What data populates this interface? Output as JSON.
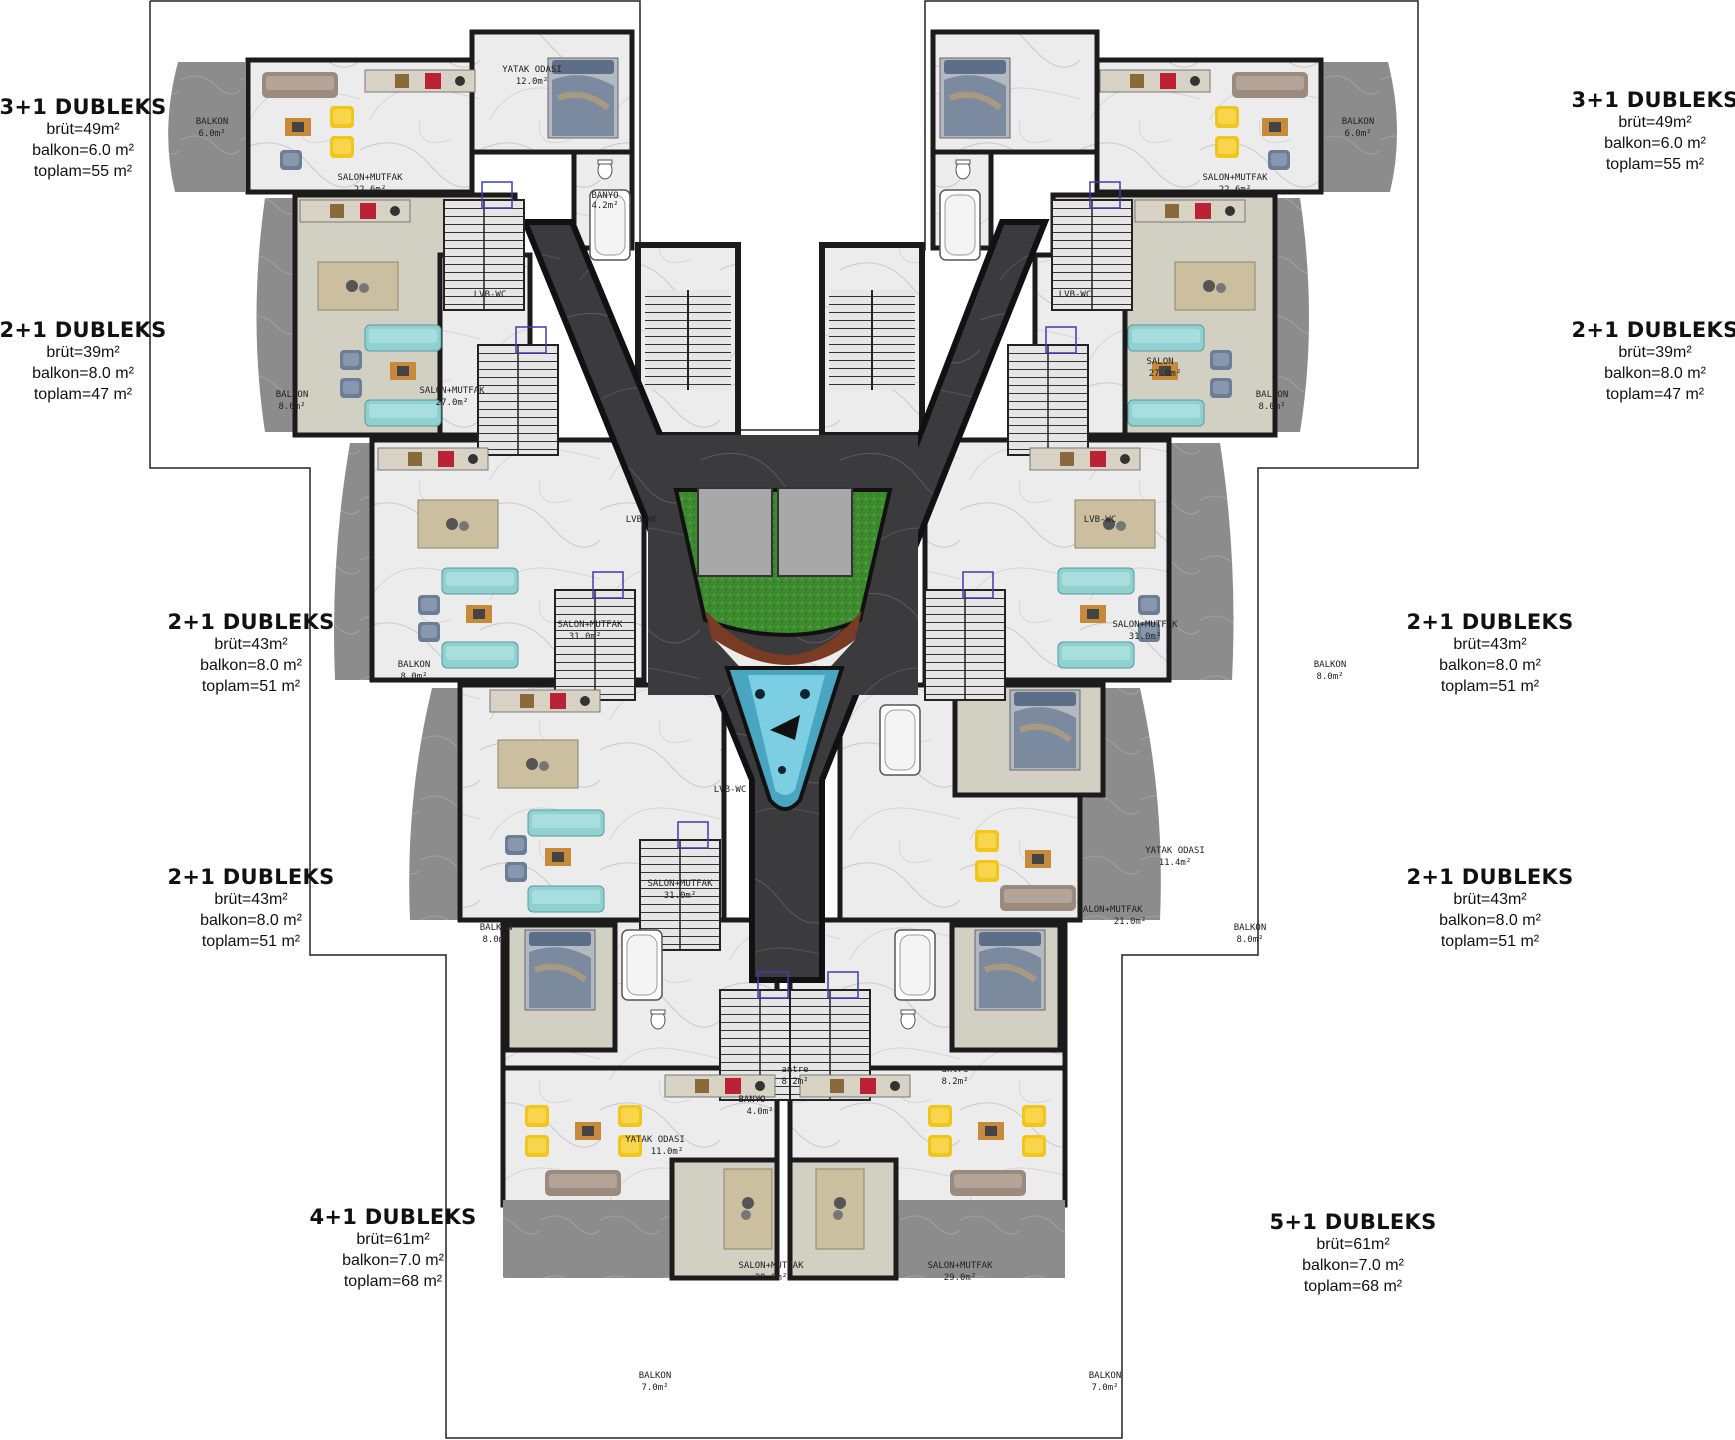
{
  "units": [
    {
      "id": "u1",
      "title": "3+1 DUBLEKS",
      "lines": [
        "brüt=49m²",
        "balkon=6.0 m²",
        "toplam=55 m²"
      ]
    },
    {
      "id": "u2",
      "title": "2+1 DUBLEKS",
      "lines": [
        "brüt=39m²",
        "balkon=8.0 m²",
        "toplam=47 m²"
      ]
    },
    {
      "id": "u3",
      "title": "2+1 DUBLEKS",
      "lines": [
        "brüt=43m²",
        "balkon=8.0 m²",
        "toplam=51 m²"
      ]
    },
    {
      "id": "u4",
      "title": "2+1 DUBLEKS",
      "lines": [
        "brüt=43m²",
        "balkon=8.0 m²",
        "toplam=51 m²"
      ]
    },
    {
      "id": "u5",
      "title": "4+1 DUBLEKS",
      "lines": [
        "brüt=61m²",
        "balkon=7.0 m²",
        "toplam=68 m²"
      ]
    },
    {
      "id": "u6",
      "title": "3+1 DUBLEKS",
      "lines": [
        "brüt=49m²",
        "balkon=6.0 m²",
        "toplam=55 m²"
      ]
    },
    {
      "id": "u7",
      "title": "2+1 DUBLEKS",
      "lines": [
        "brüt=39m²",
        "balkon=8.0 m²",
        "toplam=47 m²"
      ]
    },
    {
      "id": "u8",
      "title": "2+1 DUBLEKS",
      "lines": [
        "brüt=43m²",
        "balkon=8.0 m²",
        "toplam=51 m²"
      ]
    },
    {
      "id": "u9",
      "title": "2+1 DUBLEKS",
      "lines": [
        "brüt=43m²",
        "balkon=8.0 m²",
        "toplam=51 m²"
      ]
    },
    {
      "id": "u10",
      "title": "5+1 DUBLEKS",
      "lines": [
        "brüt=61m²",
        "balkon=7.0 m²",
        "toplam=68 m²"
      ]
    }
  ],
  "rooms": {
    "balkon": "BALKON",
    "yatak_odasi": "YATAK ODASI",
    "salon_mutfak": "SALON+MUTFAK",
    "salon": "SALON",
    "banyo": "BANYO",
    "lvb_wc": "LVB-WC",
    "antre": "antre",
    "a6_0": "6.0m²",
    "a7_0": "7.0m²",
    "a8_0": "8.0m²",
    "a12_0": "12.0m²",
    "a22_6": "22.6m²",
    "a4_2": "4.2m²",
    "a27_0": "27.0m²",
    "a31_0": "31.0m²",
    "a11_4": "11.4m²",
    "a21_0": "21.0m²",
    "a8_2": "8.2m²",
    "a4_0": "4.0m²",
    "a11_0": "11.0m²",
    "a29_0": "29.0m²"
  },
  "colors": {
    "corridor": "#3b3b3d",
    "balcony": "#8c8c8c",
    "floor_marble": "#ebebeb",
    "floor_beige": "#d2d0c3",
    "wall": "#1b1b1b",
    "pool": "#4aa6c0",
    "garden": "#3d8a2f",
    "deck": "#7a3b24",
    "sofa_teal": "#8fd1d1",
    "chair_yellow": "#f2c51b",
    "bed_blue": "#6c7e95",
    "sofa_brown": "#9b8a7e"
  }
}
